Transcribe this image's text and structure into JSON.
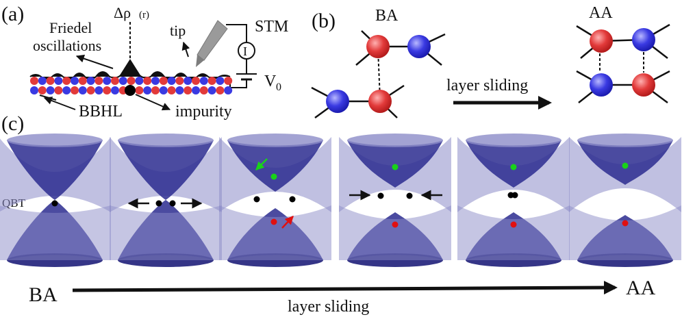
{
  "panels": {
    "a": {
      "label": "(a)",
      "friedel_line1": "Friedel",
      "friedel_line2": "oscillations",
      "delta_rho": "Δρ",
      "delta_rho_arg": "(r)",
      "tip": "tip",
      "stm": "STM",
      "current": "I",
      "voltage": "V",
      "voltage_sub": "0",
      "bbhl": "BBHL",
      "impurity": "impurity"
    },
    "b": {
      "label": "(b)",
      "ba": "BA",
      "aa": "AA",
      "sliding": "layer sliding"
    },
    "c": {
      "label": "(c)",
      "qbt": "QBT",
      "ba": "BA",
      "aa": "AA",
      "sliding": "layer sliding"
    }
  },
  "colors": {
    "band": "#2c2c8f",
    "band_light": "#8c8cc8",
    "atom_red": "#e23a3a",
    "atom_blue": "#3a3ae2",
    "node_green": "#19d219",
    "node_red": "#e01010"
  }
}
